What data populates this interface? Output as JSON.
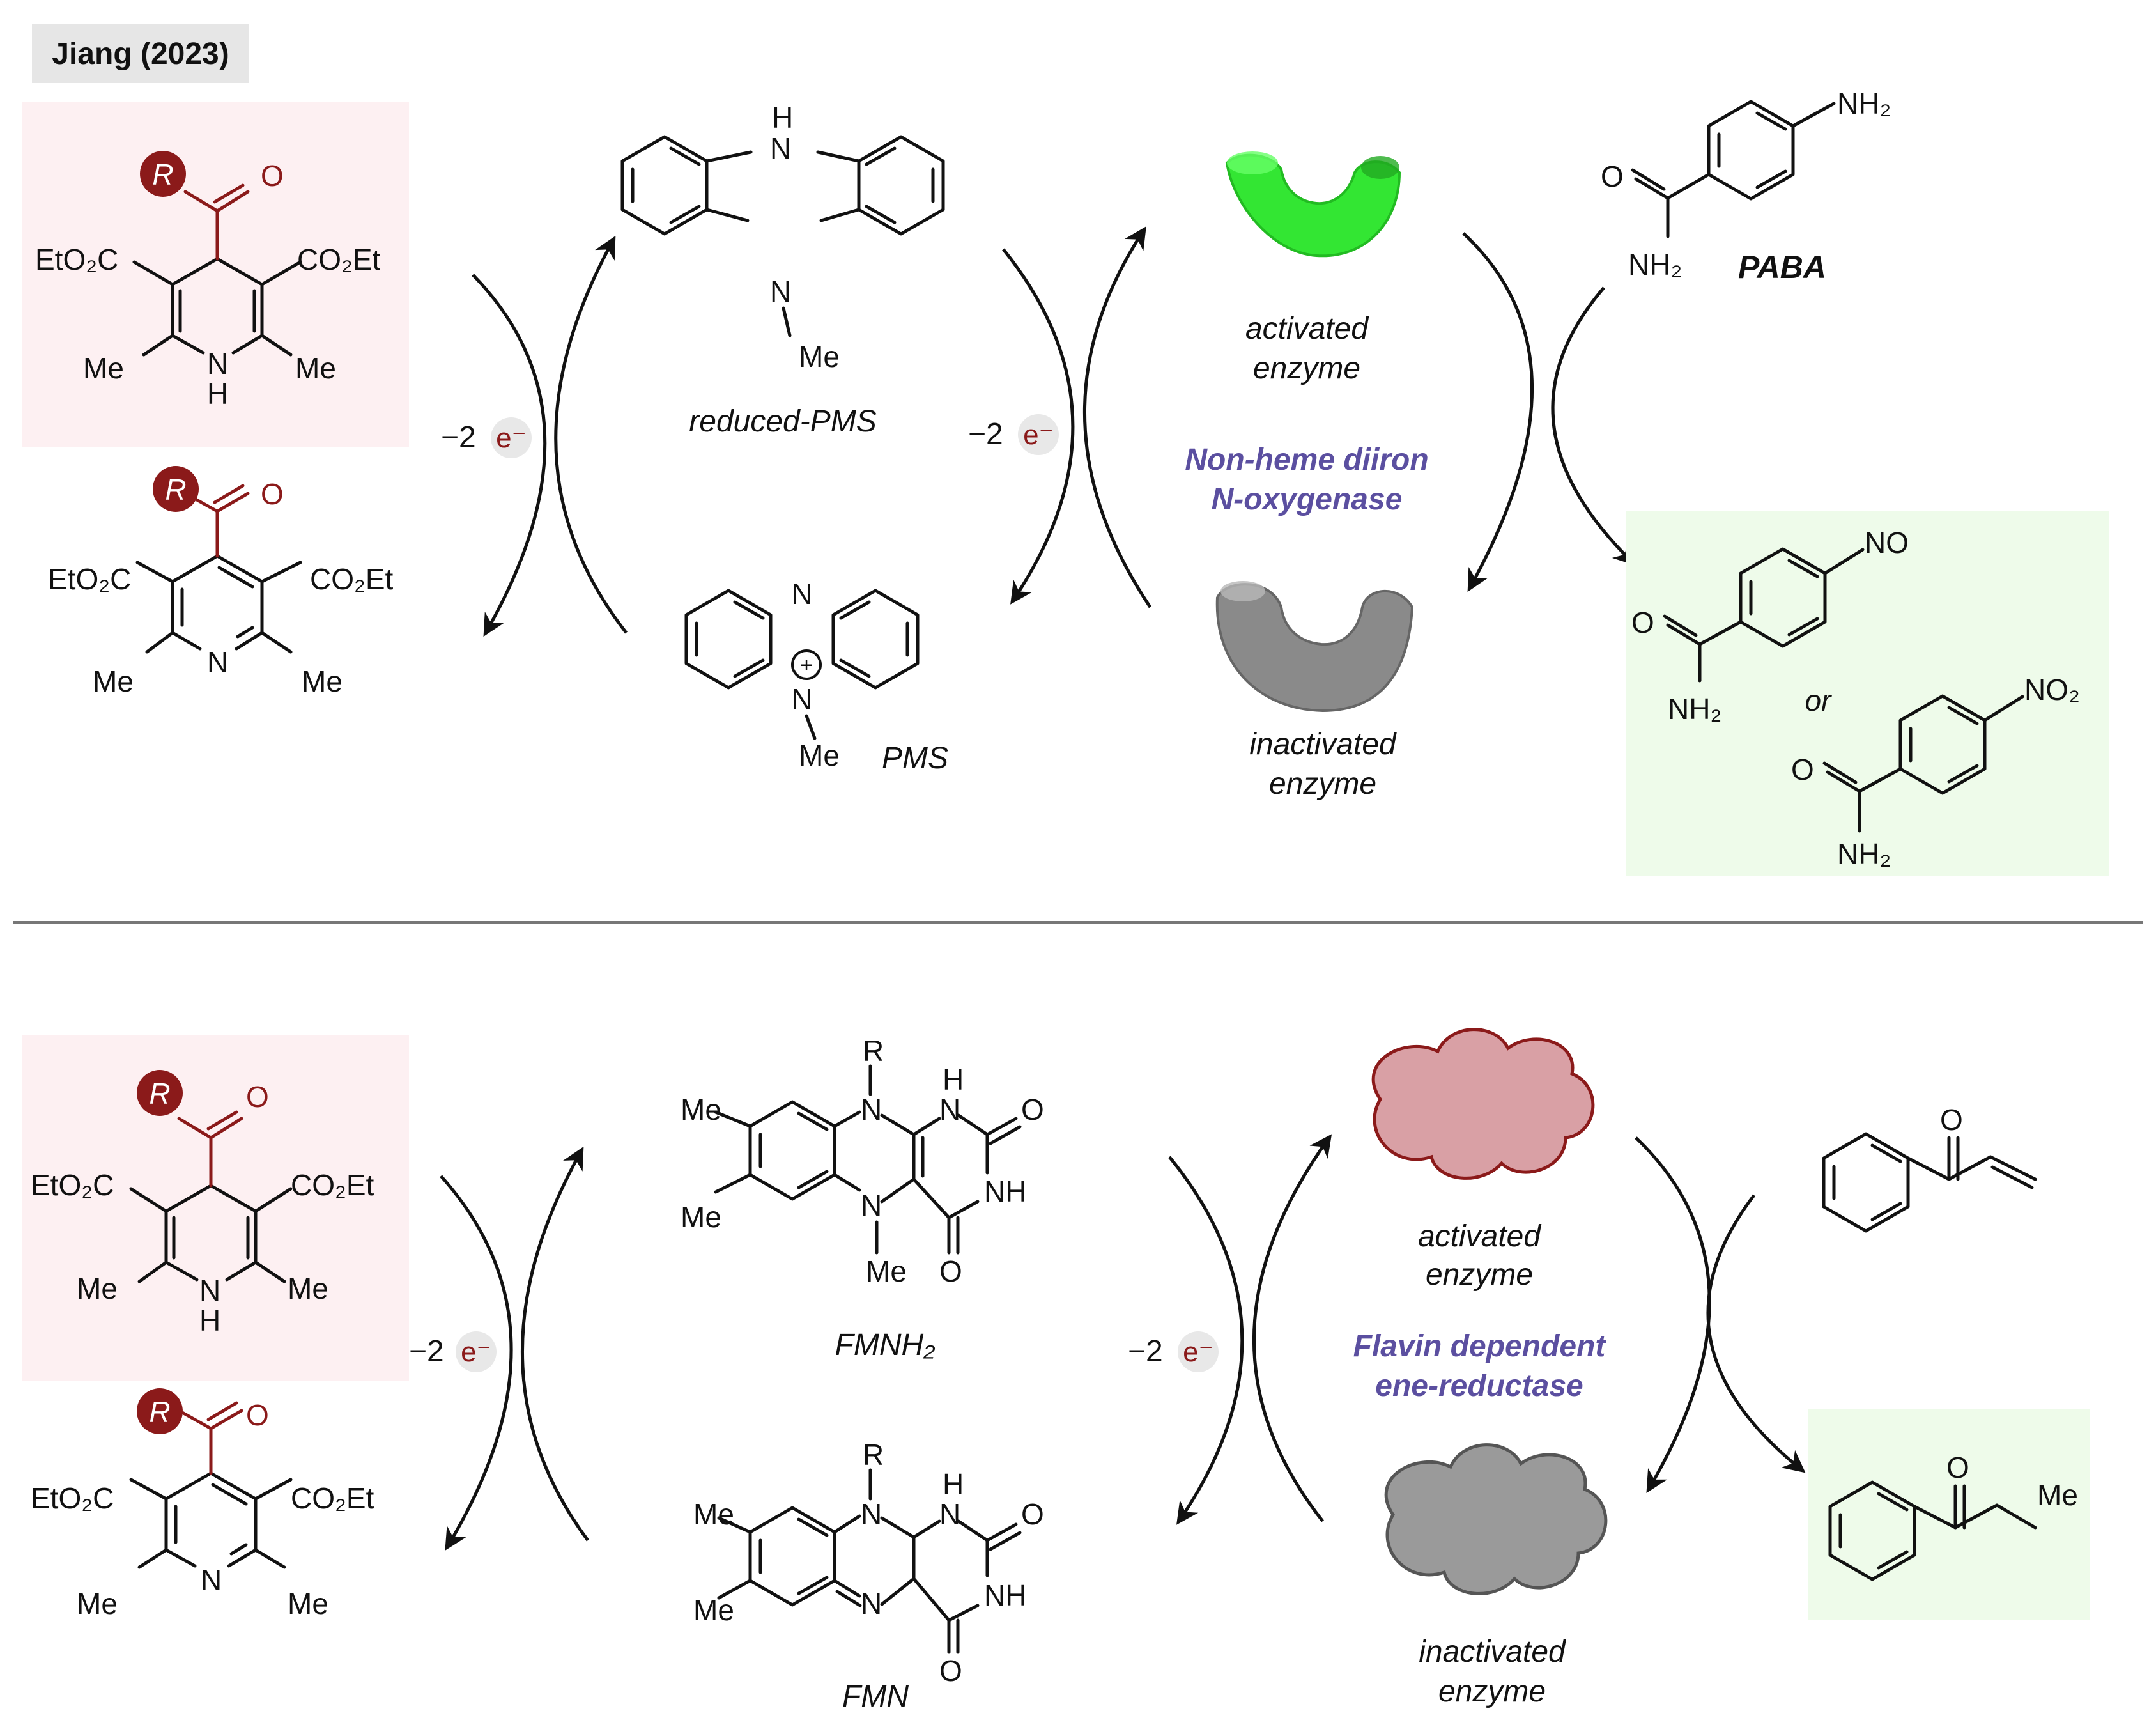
{
  "header": {
    "title": "Jiang (2023)"
  },
  "atoms": {
    "r": "R",
    "o": "O",
    "n": "N",
    "h": "H",
    "nh": "NH",
    "me": "Me",
    "eto2c": "EtO₂C",
    "co2et": "CO₂Et",
    "nh2": "NH₂",
    "no": "NO",
    "no2": "NO₂",
    "plus": "+"
  },
  "electrons": {
    "label": "−2",
    "symbol": "e⁻"
  },
  "top": {
    "reduced_mediator": "reduced-PMS",
    "oxidized_mediator": "PMS",
    "enzyme_class_line1": "Non-heme diiron",
    "enzyme_class_line2": "N-oxygenase",
    "activated_line1": "activated",
    "activated_line2": "enzyme",
    "inactivated_line1": "inactivated",
    "inactivated_line2": "enzyme",
    "substrate_label": "PABA",
    "or_label": "or"
  },
  "bottom": {
    "reduced_mediator": "FMNH₂",
    "oxidized_mediator": "FMN",
    "enzyme_class_line1": "Flavin dependent",
    "enzyme_class_line2": "ene-reductase",
    "activated_line1": "activated",
    "activated_line2": "enzyme",
    "inactivated_line1": "inactivated",
    "inactivated_line2": "enzyme"
  },
  "colors": {
    "accent_red": "#8b1a1a",
    "enzyme_class_text": "#5b4fa0",
    "activated_enzyme_green": "#33e633",
    "inactivated_enzyme_gray": "#8a8a8a",
    "activated_cloud_pink": "#d9a0a5",
    "substrate_box_pink": "#fdf0f2",
    "product_box_green": "#eefbea",
    "header_gray": "#e6e6e6"
  }
}
